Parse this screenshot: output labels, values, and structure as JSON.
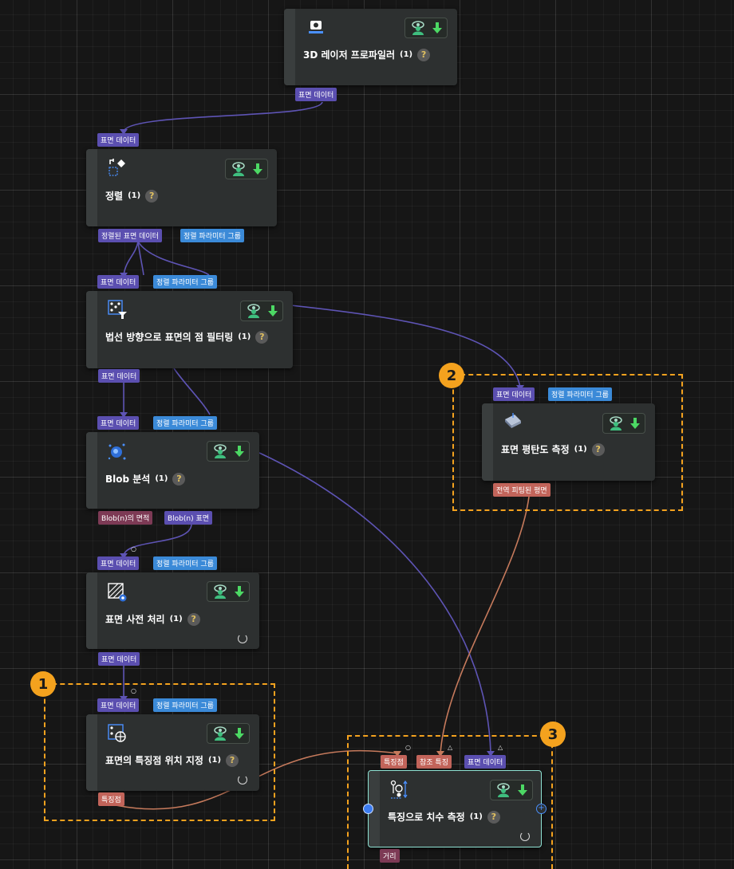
{
  "nodes": {
    "profiler": {
      "title": "3D 레이저 프로파일러",
      "count": "(1)",
      "help": "?",
      "out": [
        "표면 데이터"
      ]
    },
    "align": {
      "title": "정렬",
      "count": "(1)",
      "help": "?",
      "in": [
        "표면 데이터"
      ],
      "out": [
        "정렬된 표면 데이터",
        "정렬 파라미터 그룹"
      ]
    },
    "filter": {
      "title": "법선 방향으로 표면의 점 필터링",
      "count": "(1)",
      "help": "?",
      "in": [
        "표면 데이터",
        "정렬 파라미터 그룹"
      ],
      "out": [
        "표면 데이터"
      ]
    },
    "blob": {
      "title": "Blob 분석",
      "count": "(1)",
      "help": "?",
      "in": [
        "표면 데이터",
        "정렬 파라미터 그룹"
      ],
      "out": [
        "Blob(n)의 면적",
        "Blob(n) 표면"
      ]
    },
    "preprocess": {
      "title": "표면 사전 처리",
      "count": "(1)",
      "help": "?",
      "in": [
        "표면 데이터",
        "정렬 파라미터 그룹"
      ],
      "out": [
        "표면 데이터"
      ]
    },
    "feature": {
      "title": "표면의 특징점 위치 지정",
      "count": "(1)",
      "help": "?",
      "in": [
        "표면 데이터",
        "정렬 파라미터 그룹"
      ],
      "out": [
        "특징점"
      ]
    },
    "flatness": {
      "title": "표면 평탄도 측정",
      "count": "(1)",
      "help": "?",
      "in": [
        "표면 데이터",
        "정렬 파라미터 그룹"
      ],
      "out": [
        "전역 피팅된 평면"
      ]
    },
    "measure": {
      "title": "특징으로 치수 측정",
      "count": "(1)",
      "help": "?",
      "in": [
        "특징점",
        "참조 특징",
        "표면 데이터"
      ],
      "out": [
        "거리"
      ]
    }
  },
  "badges": {
    "g1": "1",
    "g2": "2",
    "g3": "3"
  },
  "marks": {
    "circle": "○",
    "triangle": "△",
    "plus": "+"
  },
  "colors": {
    "link_purple": "#5e54b5",
    "link_orange": "#c67a5c",
    "group_border": "#f4a21e",
    "eye": "#a8dcc6",
    "person": "#3fbf7f",
    "download": "#4cd964"
  }
}
